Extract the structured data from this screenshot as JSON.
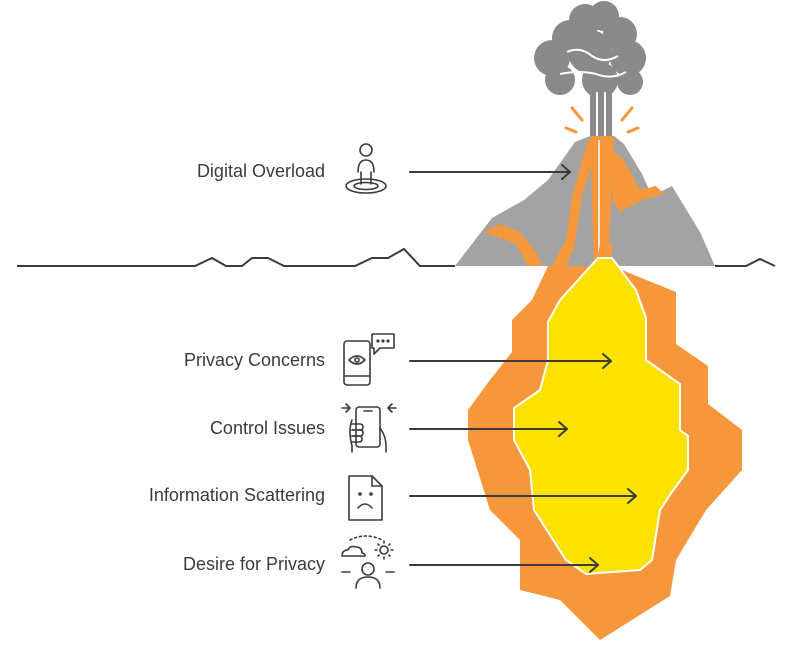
{
  "diagram": {
    "type": "volcano-metaphor",
    "labels": [
      {
        "id": "digital-overload",
        "text": "Digital Overload",
        "icon": "person-on-platform-icon"
      },
      {
        "id": "privacy-concerns",
        "text": "Privacy Concerns",
        "icon": "phone-eye-chat-icon"
      },
      {
        "id": "control-issues",
        "text": "Control Issues",
        "icon": "hand-holding-phone-icon"
      },
      {
        "id": "information-scattering",
        "text": "Information Scattering",
        "icon": "sad-document-icon"
      },
      {
        "id": "desire-for-privacy",
        "text": "Desire for Privacy",
        "icon": "person-weather-icon"
      }
    ],
    "colors": {
      "smoke": "#8a8a8a",
      "mountain": "#a3a3a3",
      "lava": "#f5973a",
      "core": "#fde200",
      "line": "#3b3b3b",
      "text": "#3b3b3b"
    }
  }
}
